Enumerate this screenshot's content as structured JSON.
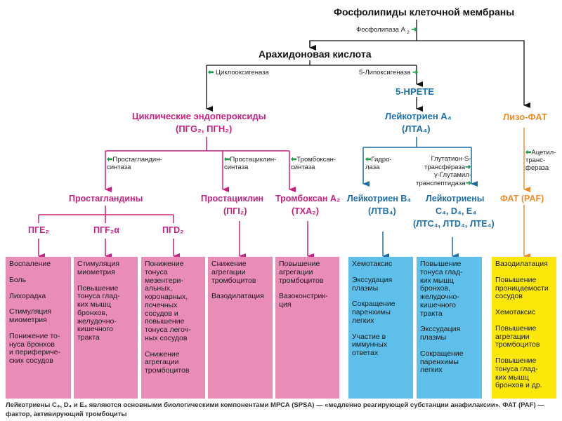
{
  "title": "Фосфолипиды клеточной мембраны",
  "enzymes": {
    "phospholipase": "Фосфолипаза A",
    "phospholipase_sub": "2",
    "cyclooxygenase": "Циклооксигеназа",
    "lipoxygenase": "5-Липоксигеназа",
    "pg_synthase": "Простагландин-\nсинтаза",
    "pgi_synthase": "Простациклин-\nсинтаза",
    "tx_synthase": "Тромбоксан-\nсинтаза",
    "hydrolase": "Гидро-\nлаза",
    "glutathione": "Глутатион-S-\nтрансфераза",
    "glutamyl": "γ-Глутамил-\nтранспептидаза",
    "acetyl": "Ацетил-\nтранс-\nфераза"
  },
  "nodes": {
    "arachidonic": "Арахидоновая кислота",
    "endoperoxides": "Циклические эндопероксиды",
    "endoperoxides_sub": "(ПГG₂, ПГН₂)",
    "hpete": "5-НРЕТЕ",
    "lta4": "Лейкотриен A₄",
    "lta4_sub": "(ЛТА₄)",
    "lyso_paf": "Лизо-ФАТ",
    "prostaglandins": "Простагландины",
    "prostacyclin": "Простациклин",
    "prostacyclin_sub": "(ПГI₂)",
    "thromboxane": "Тромбоксан A₂",
    "thromboxane_sub": "(ТХА₂)",
    "ltb4": "Лейкотриен B₄",
    "ltb4_sub": "(ЛТВ₄)",
    "ltcde": "Лейкотриены",
    "ltcde_2": "C₄, D₄, E₄",
    "ltcde_3": "(ЛТС₄, ЛТD₄, ЛТЕ₄)",
    "paf": "ФАТ (PAF)",
    "pge2": "ПГЕ₂",
    "pgf2a": "ПГF₂α",
    "pgd2": "ПГD₂"
  },
  "boxes": [
    {
      "color": "pink",
      "items": [
        "Воспаление",
        "Боль",
        "Лихорадка",
        "Стимуляция\nмиометрия",
        "Понижение то-\nнуса бронхов\nи перифериче-\nских сосудов"
      ]
    },
    {
      "color": "pink",
      "items": [
        "Стимуляция\nмиометрия",
        "Повышение\nтонуса глад-\nких мышц\nбронхов,\nжелудочно-\nкишечного\nтракта"
      ]
    },
    {
      "color": "pink",
      "items": [
        "Понижение\nтонуса\nмезентери-\nальных,\nкоронарных,\nпочечных\nсосудов и\nповышение\nтонуса легоч-\nных сосудов",
        "Снижение\nагрегации\nтромбоцитов"
      ]
    },
    {
      "color": "pink",
      "items": [
        "Снижение\nагрегации\nтромбоцитов",
        "Вазодилатация"
      ]
    },
    {
      "color": "pink",
      "items": [
        "Повышение\nагрегации\nтромбоцитов",
        "Вазоконстрик-\nция"
      ]
    },
    {
      "color": "blue",
      "items": [
        "Хемотаксис",
        "Экссудация\nплазмы",
        "Сокращение\nпаренхимы\nлегких",
        "Участие в\nиммунных\nответах"
      ]
    },
    {
      "color": "blue",
      "items": [
        "Повышение\nтонуса глад-\nких мышц\nбронхов,\nжелудочно-\nкишечного\nтракта",
        "Экссудация\nплазмы",
        "Сокращение\nпаренхимы\nлегких"
      ]
    },
    {
      "color": "yellow",
      "items": [
        "Вазодилатация",
        "Повышение\nпроницаемости\nсосудов",
        "Хемотаксис",
        "Повышение\nагрегации\nтромбоцитов",
        "Повышение\nтонуса глад-\nких мышц\nбронхов и др."
      ]
    }
  ],
  "footnote": "Лейкотриены C₄, D₄ и E₄ являются основными биологическими компонентами МРСА (SPSA) — «медленно реагирующей субстанции анафилаксии». ФАТ (PAF) — фактор, активирующий тромбоциты",
  "colors": {
    "pink": "#c8217f",
    "blue": "#1c6ea8",
    "orange": "#ec8e2c",
    "green": "#1e9a4a",
    "pink_box": "#e98db8",
    "blue_box": "#5ec0ea",
    "yellow_box": "#fbe80a"
  }
}
